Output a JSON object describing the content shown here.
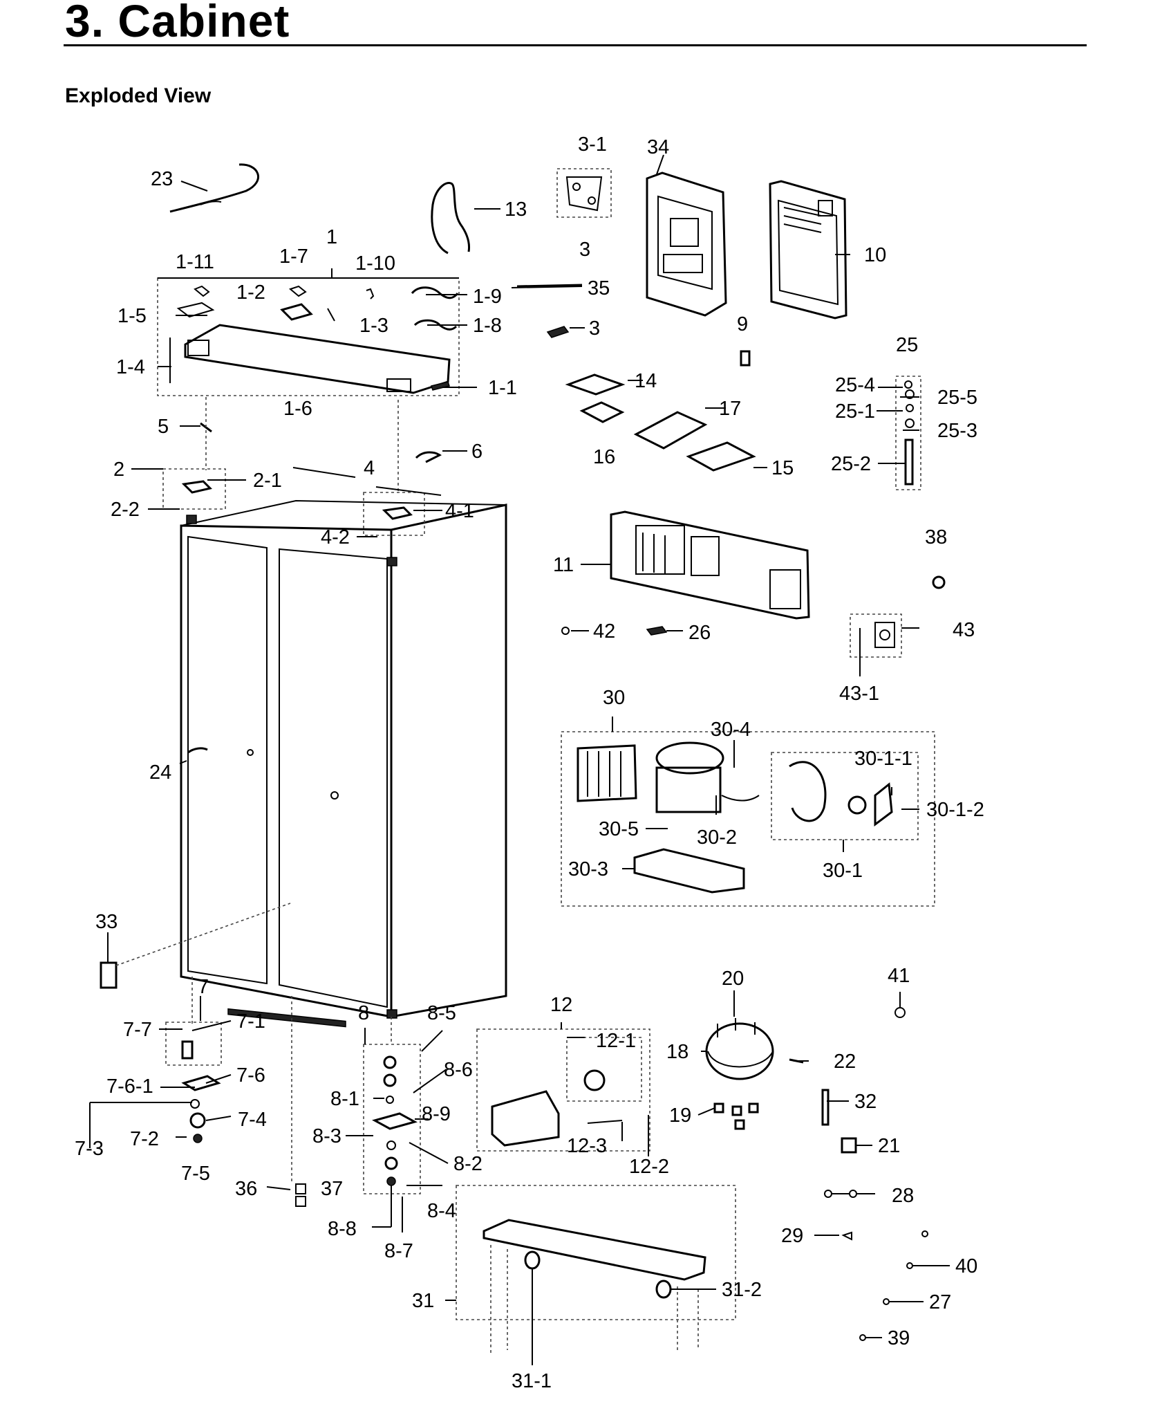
{
  "header": {
    "title": "3.  Cabinet",
    "subtitle": "Exploded View"
  },
  "labels": {
    "l23": "23",
    "l13": "13",
    "l3_1": "3-1",
    "l3a": "3",
    "l34": "34",
    "l10": "10",
    "l1": "1",
    "l1_11": "1-11",
    "l1_7": "1-7",
    "l1_10": "1-10",
    "l1_2": "1-2",
    "l1_9": "1-9",
    "l35": "35",
    "l1_5": "1-5",
    "l1_3": "1-3",
    "l1_8": "1-8",
    "l3b": "3",
    "l9": "9",
    "l25": "25",
    "l1_4": "1-4",
    "l1_1": "1-1",
    "l14": "14",
    "l25_4": "25-4",
    "l25_5": "25-5",
    "l25_1": "25-1",
    "l25_3": "25-3",
    "l1_6": "1-6",
    "l17": "17",
    "l5": "5",
    "l6": "6",
    "l16": "16",
    "l15": "15",
    "l25_2": "25-2",
    "l2": "2",
    "l2_1": "2-1",
    "l4": "4",
    "l4_1": "4-1",
    "l2_2": "2-2",
    "l4_2": "4-2",
    "l38": "38",
    "l11": "11",
    "l42": "42",
    "l26": "26",
    "l43": "43",
    "l43_1": "43-1",
    "l30": "30",
    "l30_4": "30-4",
    "l30_1_1": "30-1-1",
    "l24": "24",
    "l30_1_2": "30-1-2",
    "l30_5": "30-5",
    "l30_2": "30-2",
    "l30_3": "30-3",
    "l30_1": "30-1",
    "l33": "33",
    "l7": "7",
    "l20": "20",
    "l41": "41",
    "l8": "8",
    "l8_5": "8-5",
    "l12": "12",
    "l7_7": "7-7",
    "l7_1": "7-1",
    "l12_1": "12-1",
    "l18": "18",
    "l22": "22",
    "l8_6": "8-6",
    "l7_6_1": "7-6-1",
    "l7_6": "7-6",
    "l8_1": "8-1",
    "l32": "32",
    "l8_9": "8-9",
    "l19": "19",
    "l7_4": "7-4",
    "l8_3": "8-3",
    "l21": "21",
    "l7_3": "7-3",
    "l7_2": "7-2",
    "l12_3": "12-3",
    "l8_2": "8-2",
    "l12_2": "12-2",
    "l7_5": "7-5",
    "l36": "36",
    "l37": "37",
    "l28": "28",
    "l8_4": "8-4",
    "l29": "29",
    "l8_8": "8-8",
    "l8_7": "8-7",
    "l40": "40",
    "l31": "31",
    "l31_2": "31-2",
    "l27": "27",
    "l39": "39",
    "l31_1": "31-1"
  }
}
